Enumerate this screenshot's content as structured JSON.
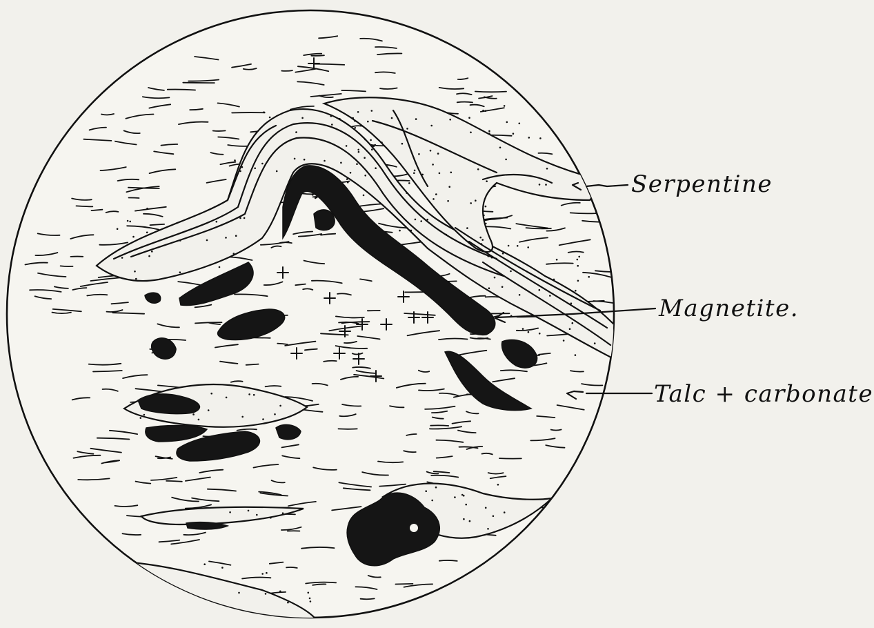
{
  "colors": {
    "paper": "#f2f1ec",
    "ink": "#111111",
    "magnetite": "#151515"
  },
  "labels": {
    "serpentine": "Serpentine",
    "magnetite": "Magnetite.",
    "talc_carbonate": "Talc + carbonate."
  }
}
